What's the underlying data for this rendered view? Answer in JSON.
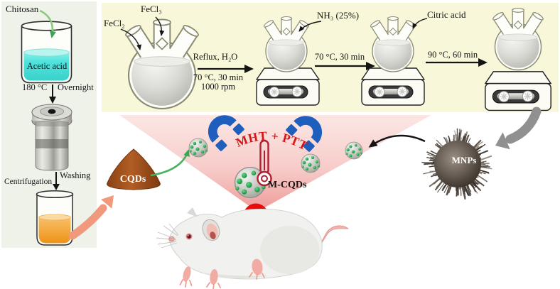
{
  "left_panel": {
    "chitosan": "Chitosan",
    "beaker_label": "Acetic acid",
    "step1_temp": "180 °C",
    "step1_time": "Overnight",
    "step2_left": "Centrifugation",
    "step2_right": "Washing"
  },
  "synthesis_panel": {
    "reagent_fecl2": "FeCl₂",
    "reagent_fecl3": "FeCl₃",
    "step1_line1": "Reflux, H₂O",
    "step1_line2": "70 °C, 30 min",
    "step1_line3": "1000 rpm",
    "reagent_nh3": "NH₃ (25%)",
    "step2_label": "70 °C, 30 min",
    "reagent_citric": "Citric acid",
    "step3_label": "90 °C, 60 min"
  },
  "assembly": {
    "cqds_label": "CQDs",
    "mcqds_label": "M-CQDs",
    "mnps_label": "MNPs",
    "therapy_label": "MHT + PTT"
  },
  "colors": {
    "left_panel_bg": "#eef2e9",
    "synthesis_panel_bg": "#f8f7d9",
    "magnet_blue": "#1e5fbe",
    "therapy_red": "#d81414",
    "beam_pink": "#f0a5a5",
    "cqds_brown": "#a0511d",
    "quantum_dot_green": "#2aa34d",
    "liquid_cyan": "#4fe2dc",
    "liquid_orange": "#f4a93c",
    "tumor_red": "#ea0b0b"
  }
}
